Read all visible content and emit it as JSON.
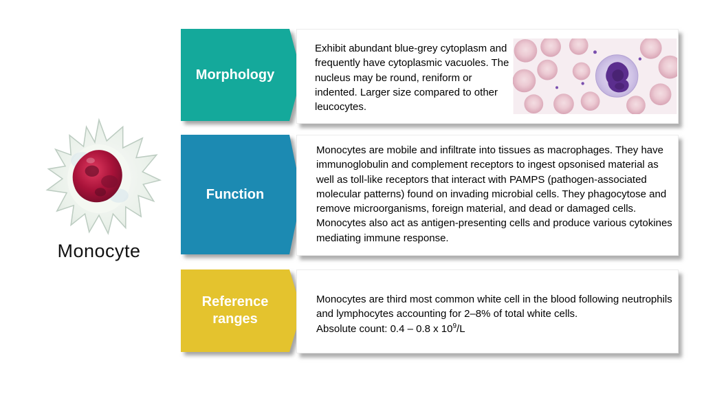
{
  "left": {
    "label": "Monocyte"
  },
  "rows": [
    {
      "label": "Morphology",
      "color": "#14A99B",
      "text": "Exhibit abundant blue-grey cytoplasm and frequently have cytoplasmic vacuoles. The nucleus may be round, reniform or indented. Larger size compared to other leucocytes."
    },
    {
      "label": "Function",
      "color": "#1C8AB2",
      "text": "Monocytes are mobile and infiltrate into tissues as macrophages. They have immunoglobulin and complement receptors to ingest opsonised material as well as toll-like receptors that interact with PAMPS (pathogen-associated molecular patterns) found on invading microbial cells. They phagocytose and remove microorganisms, foreign material, and dead or damaged cells. Monocytes also act as antigen-presenting cells and produce various cytokines mediating immune response."
    },
    {
      "label": "Reference ranges",
      "color": "#E4C32E",
      "line1": "Monocytes are third most common white cell in the blood following neutrophils and lymphocytes accounting for 2–8% of  total white cells.",
      "line2_prefix": "Absolute count: 0.4 – 0.8 x 10",
      "line2_sup": "9",
      "line2_suffix": "/L"
    }
  ],
  "images": {
    "monocyte_illustration": "3D illustration of a monocyte with spiky translucent membrane and red nucleus",
    "blood_smear": "blood smear micrograph with purple-stained monocyte among red blood cells"
  }
}
